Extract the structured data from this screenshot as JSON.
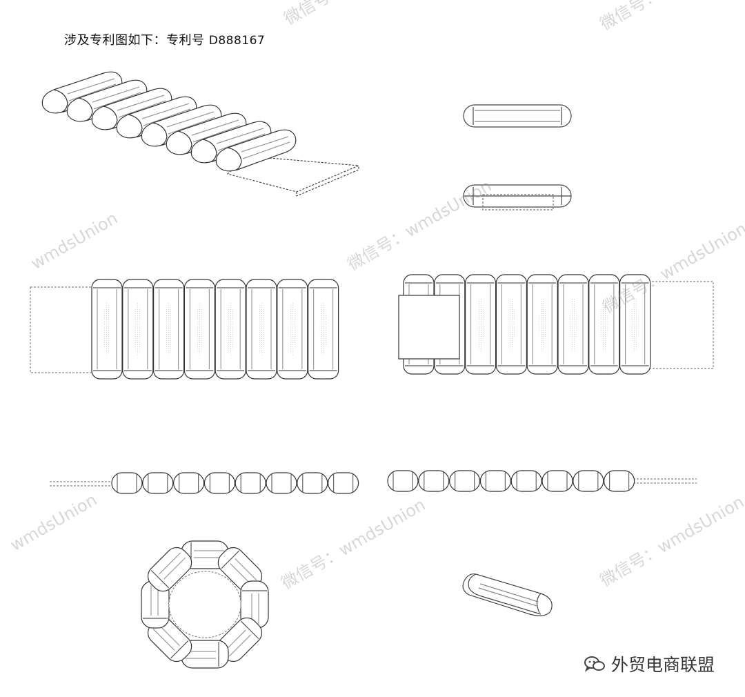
{
  "caption": {
    "text": "涉及专利图如下：专利号 ",
    "patent_number": "D888167"
  },
  "watermarks": {
    "account_label": "微信号：",
    "account_id": "wmdsUnion"
  },
  "brand": {
    "name": "外贸电商联盟",
    "icon": "wechat-official-account-icon"
  },
  "figures": {
    "segment_count": 8,
    "views": [
      "perspective-view",
      "top-elevation-single-segment",
      "bottom-elevation-single-segment",
      "front-view-strap",
      "rear-view-strap",
      "top-edge-view-strap",
      "bottom-edge-view-strap",
      "ring-closed-view",
      "single-segment-perspective"
    ]
  }
}
